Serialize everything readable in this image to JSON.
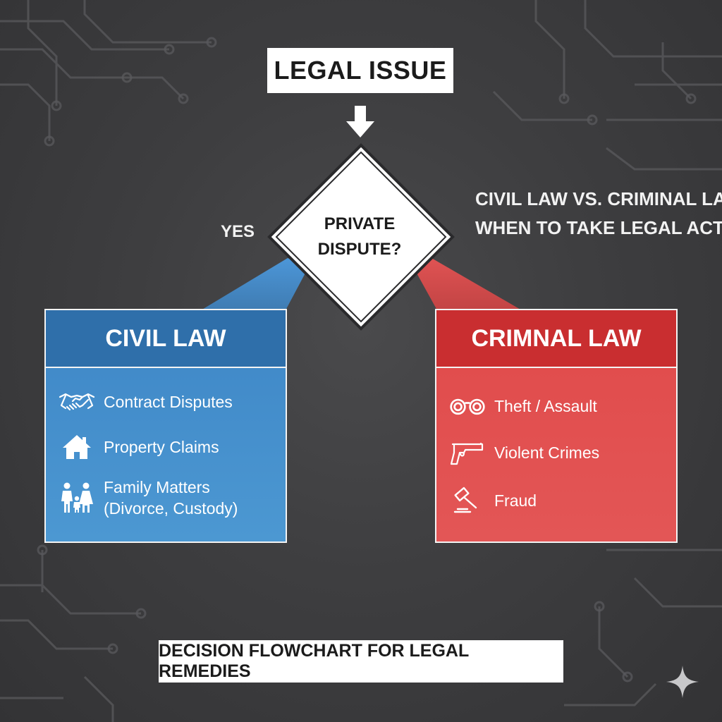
{
  "header": {
    "title": "LEGAL ISSUE",
    "side_title_line1": "CIVIL LAW VS. CRIMINAL LAW:",
    "side_title_line2": "WHEN TO TAKE LEGAL ACTION"
  },
  "decision": {
    "line1": "PRIVATE",
    "line2": "DISPUTE?",
    "yes_label": "YES"
  },
  "civil": {
    "title": "CIVIL LAW",
    "color": "#3e86c6",
    "items": [
      {
        "icon": "handshake-icon",
        "label": "Contract Disputes"
      },
      {
        "icon": "house-icon",
        "label": "Property Claims"
      },
      {
        "icon": "family-icon",
        "label": "Family Matters",
        "label2": "(Divorce, Custody)"
      }
    ]
  },
  "criminal": {
    "title": "CRIMNAL LAW",
    "color": "#e04a4a",
    "items": [
      {
        "icon": "handcuffs-icon",
        "label": "Theft / Assault"
      },
      {
        "icon": "gun-icon",
        "label": "Violent Crimes"
      },
      {
        "icon": "gavel-icon",
        "label": "Fraud"
      }
    ]
  },
  "footer": {
    "caption": "DECISION FLOWCHART FOR LEGAL REMEDIES"
  }
}
